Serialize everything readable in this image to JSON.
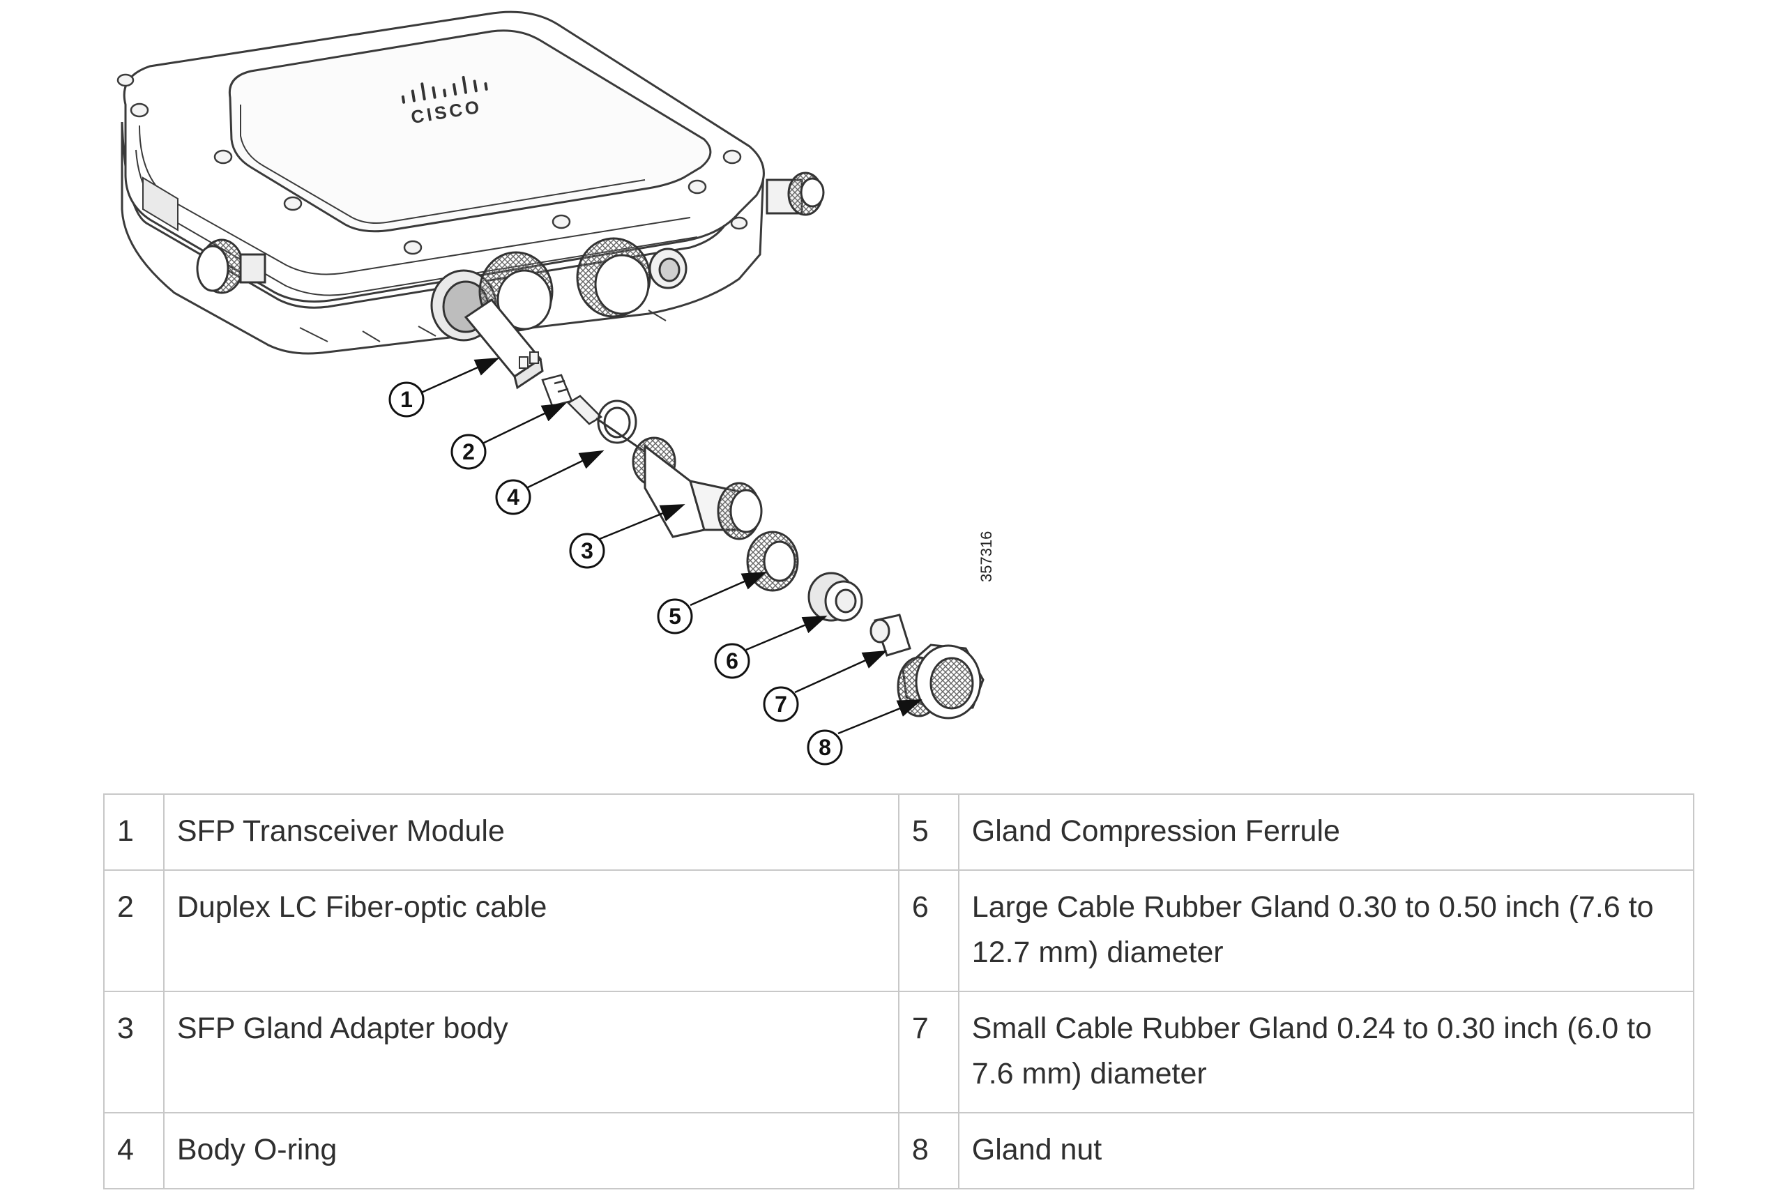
{
  "figure": {
    "logo_text": "CISCO",
    "figure_id": "357316",
    "callouts": [
      "1",
      "2",
      "3",
      "4",
      "5",
      "6",
      "7",
      "8"
    ]
  },
  "legend": {
    "rows": [
      {
        "left": {
          "num": "1",
          "label": "SFP Transceiver Module"
        },
        "right": {
          "num": "5",
          "label": "Gland Compression Ferrule"
        }
      },
      {
        "left": {
          "num": "2",
          "label": "Duplex LC Fiber-optic cable"
        },
        "right": {
          "num": "6",
          "label": "Large Cable Rubber Gland 0.30 to 0.50 inch (7.6 to 12.7 mm) diameter"
        }
      },
      {
        "left": {
          "num": "3",
          "label": "SFP Gland Adapter body"
        },
        "right": {
          "num": "7",
          "label": "Small Cable Rubber Gland 0.24 to 0.30 inch (6.0 to 7.6 mm) diameter"
        }
      },
      {
        "left": {
          "num": "4",
          "label": "Body O-ring"
        },
        "right": {
          "num": "8",
          "label": "Gland nut"
        }
      }
    ]
  }
}
